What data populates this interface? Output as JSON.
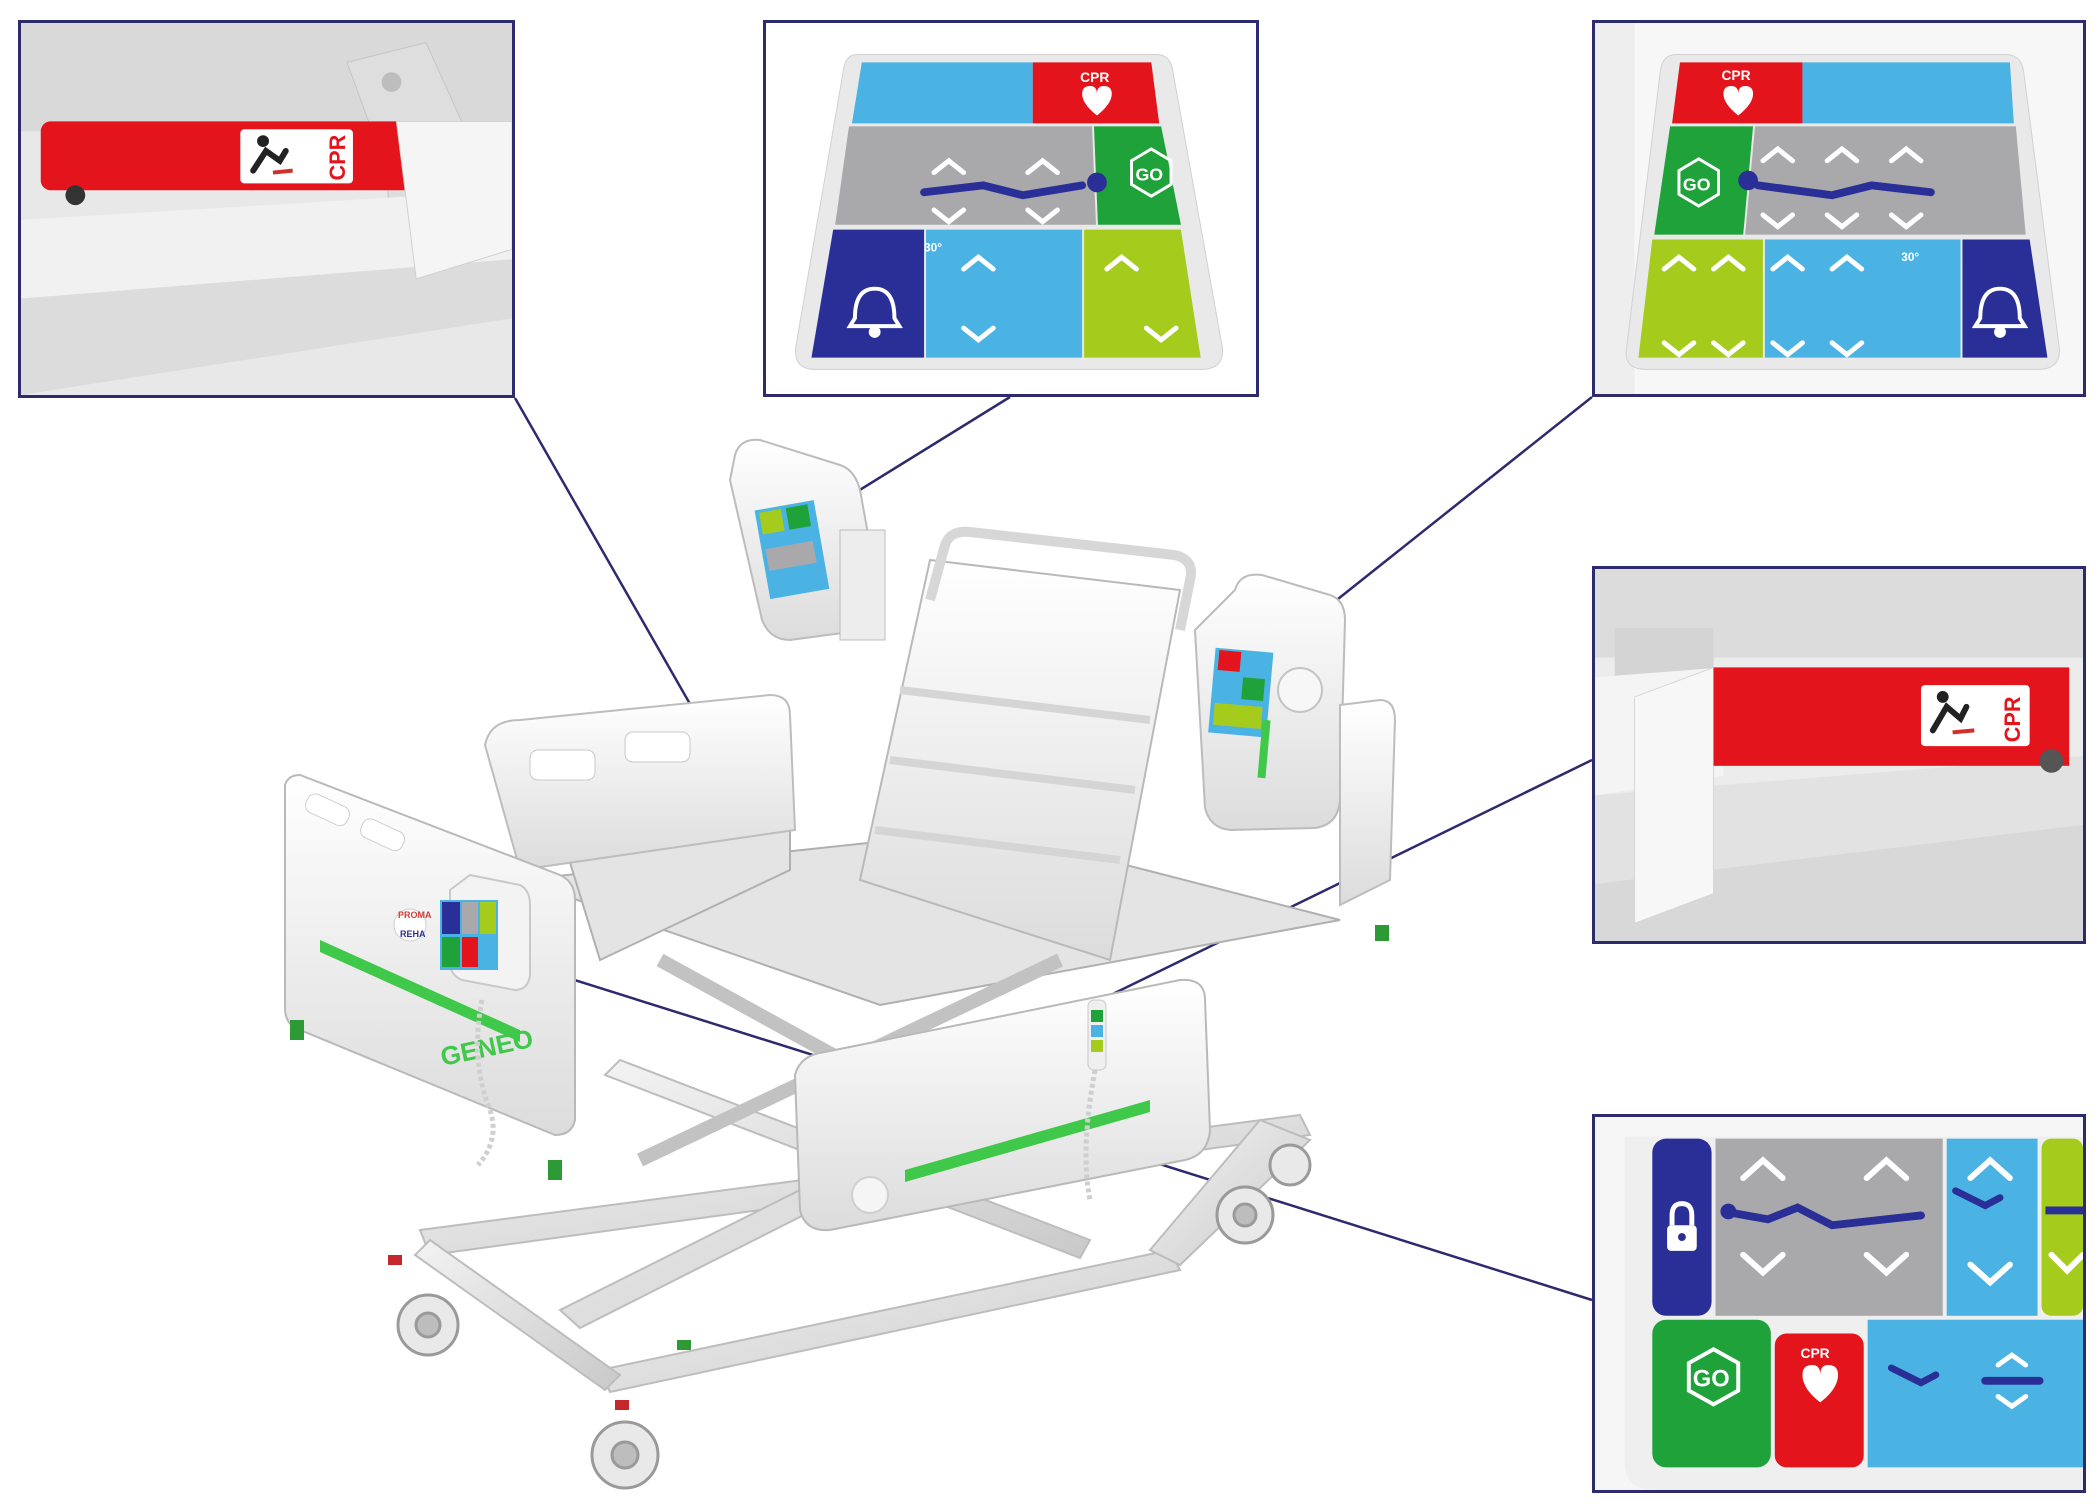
{
  "labels": {
    "cpr": "CPR",
    "go": "GO",
    "angle": "30°",
    "brand_top": "PROMA",
    "brand_bottom": "REHA",
    "model": "GENEO"
  },
  "colors": {
    "callout_line": "#2e2a6e",
    "cpr_red": "#e3141b",
    "panel_blue": "#4bb3e3",
    "panel_gray": "#a9a9ab",
    "panel_green": "#1fa23a",
    "panel_lime": "#a5cc1c",
    "panel_navy": "#2a2f97",
    "stripe_green": "#3fc84a"
  },
  "icons": [
    "cpr-patient-icon",
    "broken-heart-icon",
    "go-icon",
    "bell-icon",
    "lock-icon",
    "chevron-up-icon",
    "chevron-down-icon",
    "bed-position-icon"
  ]
}
